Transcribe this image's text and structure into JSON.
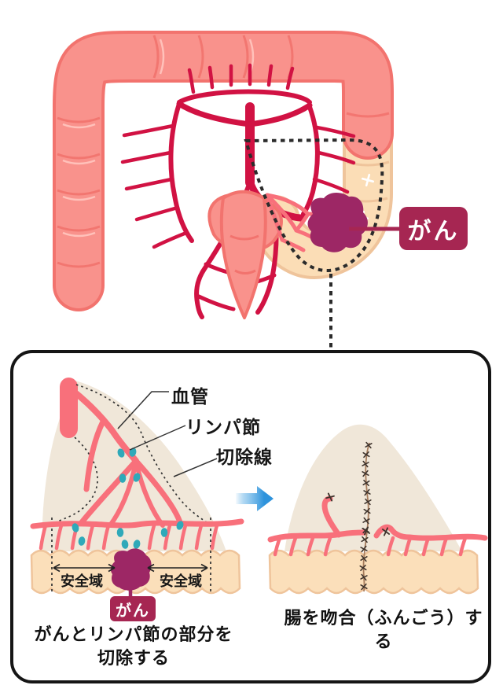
{
  "overview": {
    "cancer_callout": "がん"
  },
  "panel": {
    "resection": {
      "vessel_label": "血管",
      "lymph_label": "リンパ節",
      "resection_line_label": "切除線",
      "safety_margin_left": "安全域",
      "safety_margin_right": "安全域",
      "cancer_badge": "がん",
      "caption_line1": "がんとリンパ節の部分を",
      "caption_line2": "切除する"
    },
    "anastomosis": {
      "caption": "腸を吻合（ふんごう）する"
    }
  },
  "icons": {
    "step_arrow": "blue-right-arrow"
  },
  "colors": {
    "colon_pink": "#F9928C",
    "colon_outline": "#F2736E",
    "artery_red": "#D11243",
    "bowel_beige": "#FBDDB6",
    "bowel_beige_outline": "#EFC49B",
    "tumor_magenta": "#9D2765",
    "callout_magenta": "#A62652",
    "mesentery_beige": "#F0E7D9",
    "vessel_salmon": "#F8707B",
    "lymph_teal": "#2FA9B9",
    "bowel_wall_peach": "#FBDFBA",
    "arrow_blue": "#2E93DC",
    "suture_brown": "#A67C5C",
    "panel_border": "#151515"
  }
}
